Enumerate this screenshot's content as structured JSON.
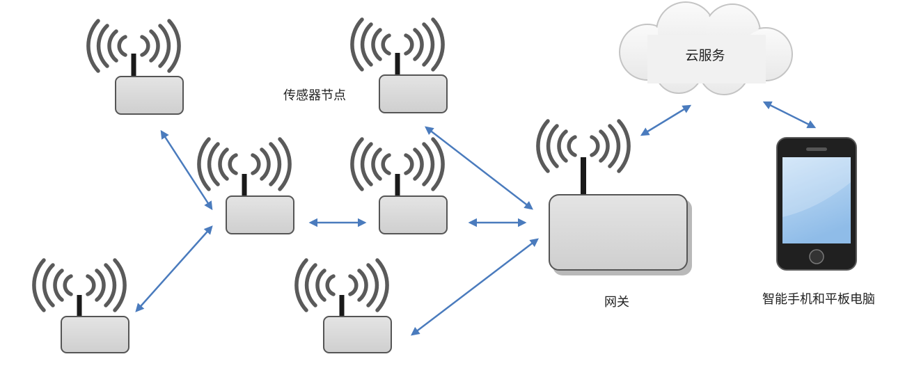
{
  "labels": {
    "sensor_node": "传感器节点",
    "cloud": "云服务",
    "gateway": "网关",
    "device": "智能手机和平板电脑"
  },
  "colors": {
    "arrow": "#4a7bbd",
    "node_fill": "#d6d6d6",
    "node_stroke": "#555555",
    "wave": "#5a5a5a",
    "cloud_fill": "#f2f2f2",
    "cloud_stroke": "#c8c8c8",
    "phone_body": "#222222",
    "phone_screen": "#a9cdef",
    "text": "#222222"
  },
  "nodes": [
    {
      "id": "node-top-left"
    },
    {
      "id": "node-center-left"
    },
    {
      "id": "node-bottom-left"
    },
    {
      "id": "node-top-mid"
    },
    {
      "id": "node-center-mid"
    },
    {
      "id": "node-bottom-mid"
    },
    {
      "id": "gateway"
    }
  ],
  "links": [
    {
      "from": "node-top-left",
      "to": "node-center-left"
    },
    {
      "from": "node-center-left",
      "to": "node-bottom-left"
    },
    {
      "from": "node-center-left",
      "to": "node-center-mid"
    },
    {
      "from": "node-top-mid",
      "to": "gateway"
    },
    {
      "from": "node-center-mid",
      "to": "gateway"
    },
    {
      "from": "node-bottom-mid",
      "to": "gateway"
    },
    {
      "from": "gateway",
      "to": "cloud"
    },
    {
      "from": "cloud",
      "to": "device"
    }
  ]
}
